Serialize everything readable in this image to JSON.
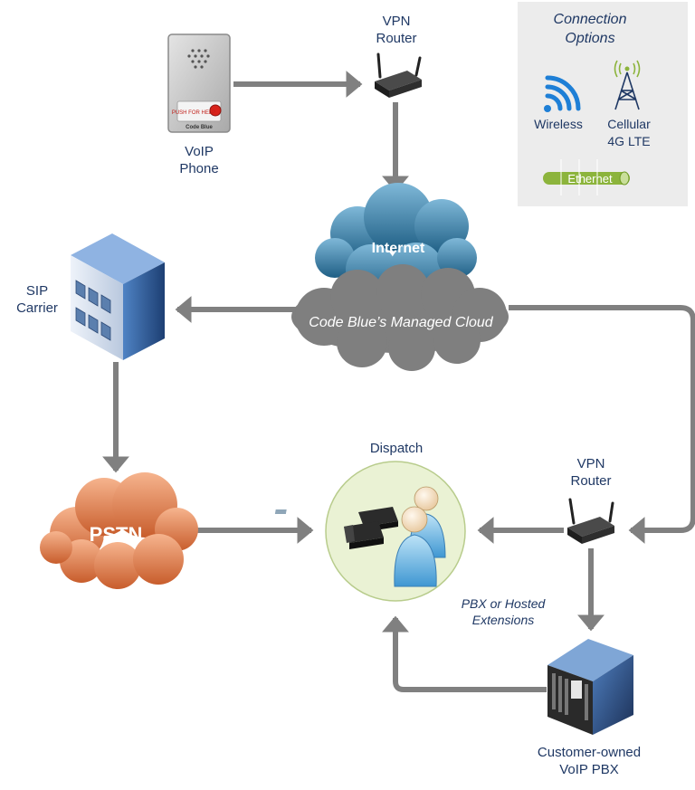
{
  "labels": {
    "vpn_router_top": [
      "VPN",
      "Router"
    ],
    "voip_phone": [
      "VoIP",
      "Phone"
    ],
    "sip_carrier": [
      "SIP",
      "Carrier"
    ],
    "internet": "Internet",
    "managed_cloud": "Code Blue’s Managed Cloud",
    "pstn": "PSTN",
    "dispatch": "Dispatch",
    "vpn_router_bottom": [
      "VPN",
      "Router"
    ],
    "pbx_or_hosted": [
      "PBX or Hosted",
      "Extensions"
    ],
    "customer_pbx": [
      "Customer-owned",
      "VoIP PBX"
    ],
    "phone_panel_text": "PUSH FOR HELP",
    "phone_brand": "Code Blue"
  },
  "connection_options": {
    "title": [
      "Connection",
      "Options"
    ],
    "wireless": "Wireless",
    "cellular": [
      "Cellular",
      "4G LTE"
    ],
    "ethernet": "Ethernet"
  },
  "colors": {
    "label_text": "#1f3864",
    "arrow": "#808080",
    "panel_bg": "#ececec",
    "wifi_blue": "#1e7fd6",
    "internet_cloud": "#3b7fa6",
    "managed_cloud": "#7f7f7f",
    "pstn_cloud": "#e8875a",
    "dispatch_circle": "#eaf2d4",
    "ethernet_cable": "#8cb43c"
  }
}
